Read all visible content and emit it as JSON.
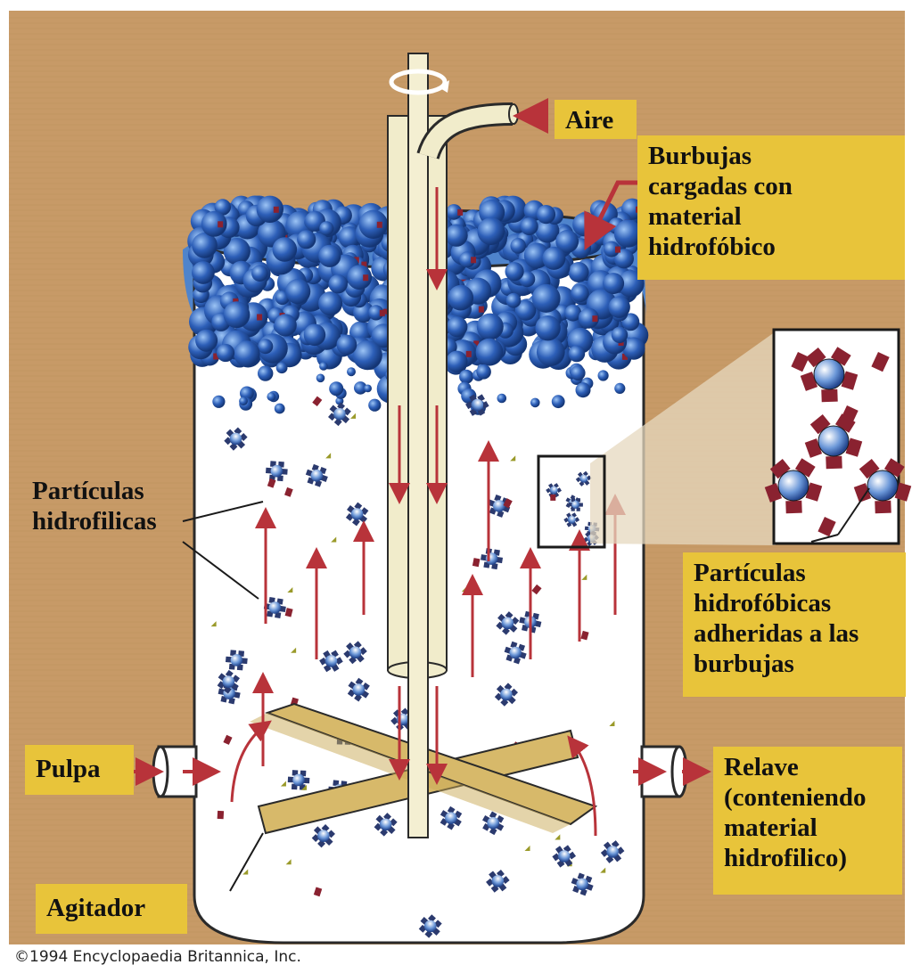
{
  "labels": {
    "aire": "Aire",
    "burbujas": [
      "Burbujas",
      "cargadas con",
      "material",
      "hidrofóbico"
    ],
    "particulas_hidrofilicas": [
      "Partículas",
      "hidrofilicas"
    ],
    "particulas_hidrofobicas": [
      "Partículas",
      "hidrofóbicas",
      "adheridas a las",
      "burbujas"
    ],
    "pulpa": "Pulpa",
    "relave": [
      "Relave",
      "(conteniendo",
      "material",
      "hidrofilico)"
    ],
    "agitador": "Agitador"
  },
  "credit": "©1994 Encyclopaedia Britannica, Inc.",
  "colors": {
    "background": "#c79a67",
    "label_box": "#e8c43a",
    "tank_fill": "#ffffff",
    "tank_outline": "#2a2a2a",
    "froth_bubble": "#2d5fb8",
    "froth_rim": "#4f84cc",
    "arrow": "#b8333a",
    "impeller": "#d7b96a",
    "shaft": "#f1eccb",
    "particle_dark": "#2b3a6e",
    "particle_hydrophilic": "#9a9a2a",
    "particle_red": "#8a2230"
  }
}
